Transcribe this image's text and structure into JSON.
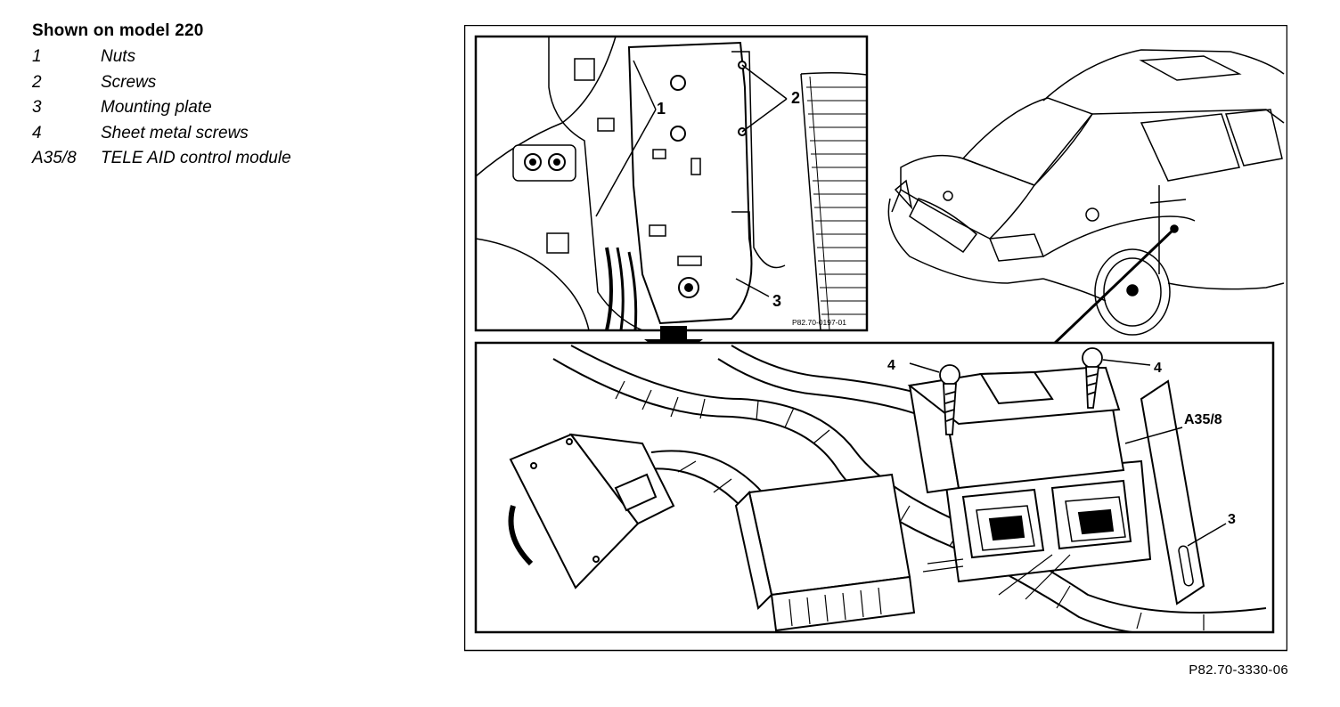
{
  "legend": {
    "title": "Shown on model 220",
    "items": [
      {
        "key": "1",
        "label": "Nuts"
      },
      {
        "key": "2",
        "label": "Screws"
      },
      {
        "key": "3",
        "label": "Mounting plate"
      },
      {
        "key": "4",
        "label": "Sheet metal screws"
      },
      {
        "key": "A35/8",
        "label": "TELE AID control module"
      }
    ]
  },
  "callouts": {
    "nuts": "1",
    "screws": "2",
    "plate_top": "3",
    "screw_left": "4",
    "screw_right": "4",
    "module": "A35/8",
    "plate_bottom": "3"
  },
  "inset_code": "P82.70-0197-01",
  "figure_code": "P82.70-3330-06"
}
